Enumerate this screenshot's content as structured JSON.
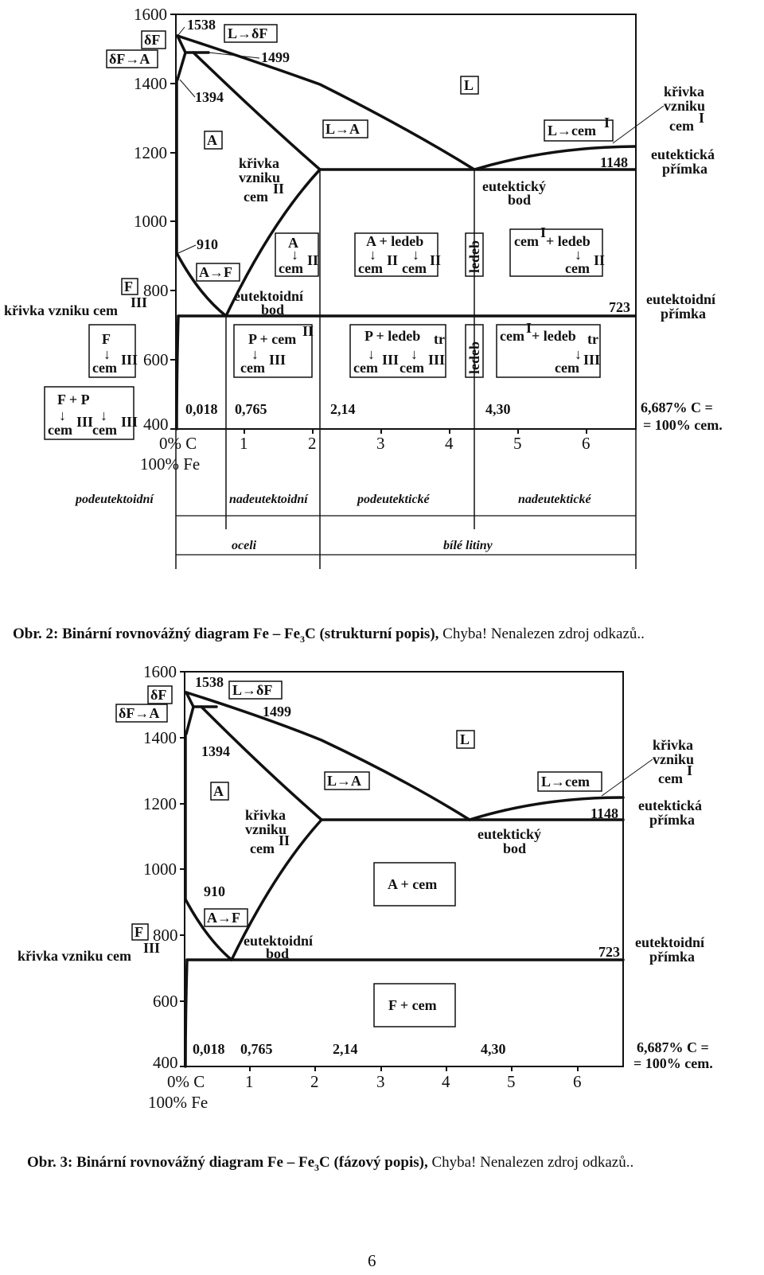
{
  "figure1": {
    "y_ticks": [
      "1600",
      "1400",
      "1200",
      "1000",
      "800",
      "600",
      "400"
    ],
    "x_ticks": [
      "1",
      "2",
      "3",
      "4",
      "5",
      "6"
    ],
    "origin_label_c": "0% C",
    "origin_label_fe": "100% Fe",
    "temps": {
      "t1538": "1538",
      "t1499": "1499",
      "t1394": "1394",
      "t1148": "1148",
      "t910": "910",
      "t723": "723"
    },
    "compositions": {
      "c0018": "0,018",
      "c0765": "0,765",
      "c214": "2,14",
      "c430": "4,30",
      "c6687_a": "6,687% C =",
      "c6687_b": "= 100% cem."
    },
    "boxes": {
      "deltaF": "δF",
      "L_deltaF": "L→δF",
      "deltaF_A": "δF→A",
      "L": "L",
      "A": "A",
      "L_A": "L→A",
      "L_cem1": "L→cem",
      "A_F": "A→F",
      "F": "F"
    },
    "sup": {
      "I": "I",
      "II": "II",
      "III": "III",
      "tr": "tr"
    },
    "annotations": {
      "krivka": "křivka",
      "vzniku": "vzniku",
      "cem": "cem",
      "eutekticka": "eutektická",
      "primka": "přímka",
      "eutekticky": "eutektický",
      "bod": "bod",
      "eutektoidni": "eutektoidní",
      "krivka_vzniku_cem": "křivka vzniku cem"
    },
    "region_texts": {
      "A_plus_ledeb": "A + ledeb",
      "ledeb": "ledeb",
      "cem_plus_ledeb": "+ ledeb",
      "P_plus_cem": "P + cem",
      "P_plus_ledebtr": "P + ledeb",
      "cem_plus_ledebtr": "+ ledeb",
      "F_plus_P": "F  +  P",
      "arrow": "↓"
    },
    "zones": {
      "podeutektoidni": "podeutektoidní",
      "nadeutektoidni": "nadeutektoidní",
      "podeutekticke": "podeutektické",
      "nadeutekticke": "nadeutektické",
      "oceli": "oceli",
      "bile_litiny": "bílé litiny"
    }
  },
  "figure2": {
    "boxes": {
      "A_plus_cem": "A + cem",
      "F_plus_cem": "F + cem",
      "L_cem": "L→cem"
    }
  },
  "captions": {
    "fig2_bold": "Obr. 2: Binární rovnovážný diagram Fe – Fe",
    "fig2_sub": "3",
    "fig2_bold_end": "C (strukturní popis),",
    "fig2_rest": "Chyba! Nenalezen zdroj odkazů..",
    "fig3_bold": "Obr. 3: Binární rovnovážný diagram Fe – Fe",
    "fig3_sub": "3",
    "fig3_bold_end": "C (fázový popis),",
    "fig3_rest": "Chyba! Nenalezen zdroj odkazů.."
  },
  "page_number": "6"
}
